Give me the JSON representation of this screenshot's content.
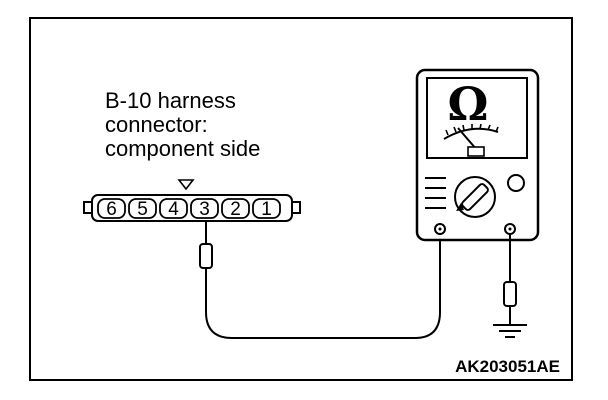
{
  "connector_label": {
    "line1": "B-10 harness",
    "line2": "connector:",
    "line3": "component side"
  },
  "connector_pins": [
    "6",
    "5",
    "4",
    "3",
    "2",
    "1"
  ],
  "meter_symbol": "Ω",
  "figure_code": "AK203051AE",
  "colors": {
    "ink": "#000000",
    "paper": "#ffffff"
  }
}
